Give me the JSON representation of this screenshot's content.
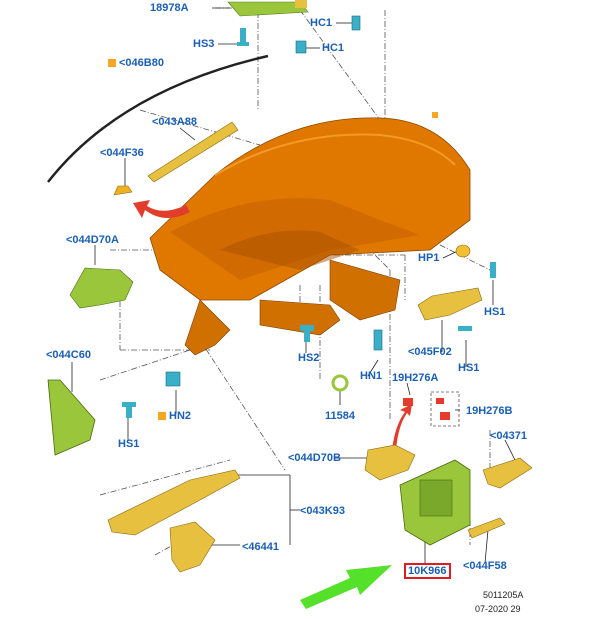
{
  "labels": {
    "l18978A": "18978A",
    "hc1a": "HC1",
    "hs3": "HS3",
    "hc1b": "HC1",
    "l046B80": "<046B80",
    "l043A88": "<043A88",
    "l044F36": "<044F36",
    "l044D70A": "<044D70A",
    "hp1": "HP1",
    "hs1a": "HS1",
    "l045F02": "<045F02",
    "hs1b": "HS1",
    "l044C60": "<044C60",
    "hs2": "HS2",
    "hn1": "HN1",
    "l19H276A": "19H276A",
    "l19H276B": "19H276B",
    "hn2": "HN2",
    "hs1c": "HS1",
    "l11584": "11584",
    "l044D70B": "<044D70B",
    "l04371": "<04371",
    "l043K93": "<043K93",
    "l46441": "<46441",
    "l10K966": "10K966",
    "l044F58": "<044F58"
  },
  "meta": {
    "code": "5011205A",
    "date": "07-2020 29"
  },
  "colors": {
    "label": "#1a5fb4",
    "marker": "#f6a623",
    "dashboard": "#e07800",
    "trim": "#e8c040",
    "green_part": "#9ac63c",
    "clip": "#3ab0c8",
    "arrow_red": "#e23c2c",
    "arrow_green": "#55e02a",
    "highlight": "#e01b24"
  }
}
